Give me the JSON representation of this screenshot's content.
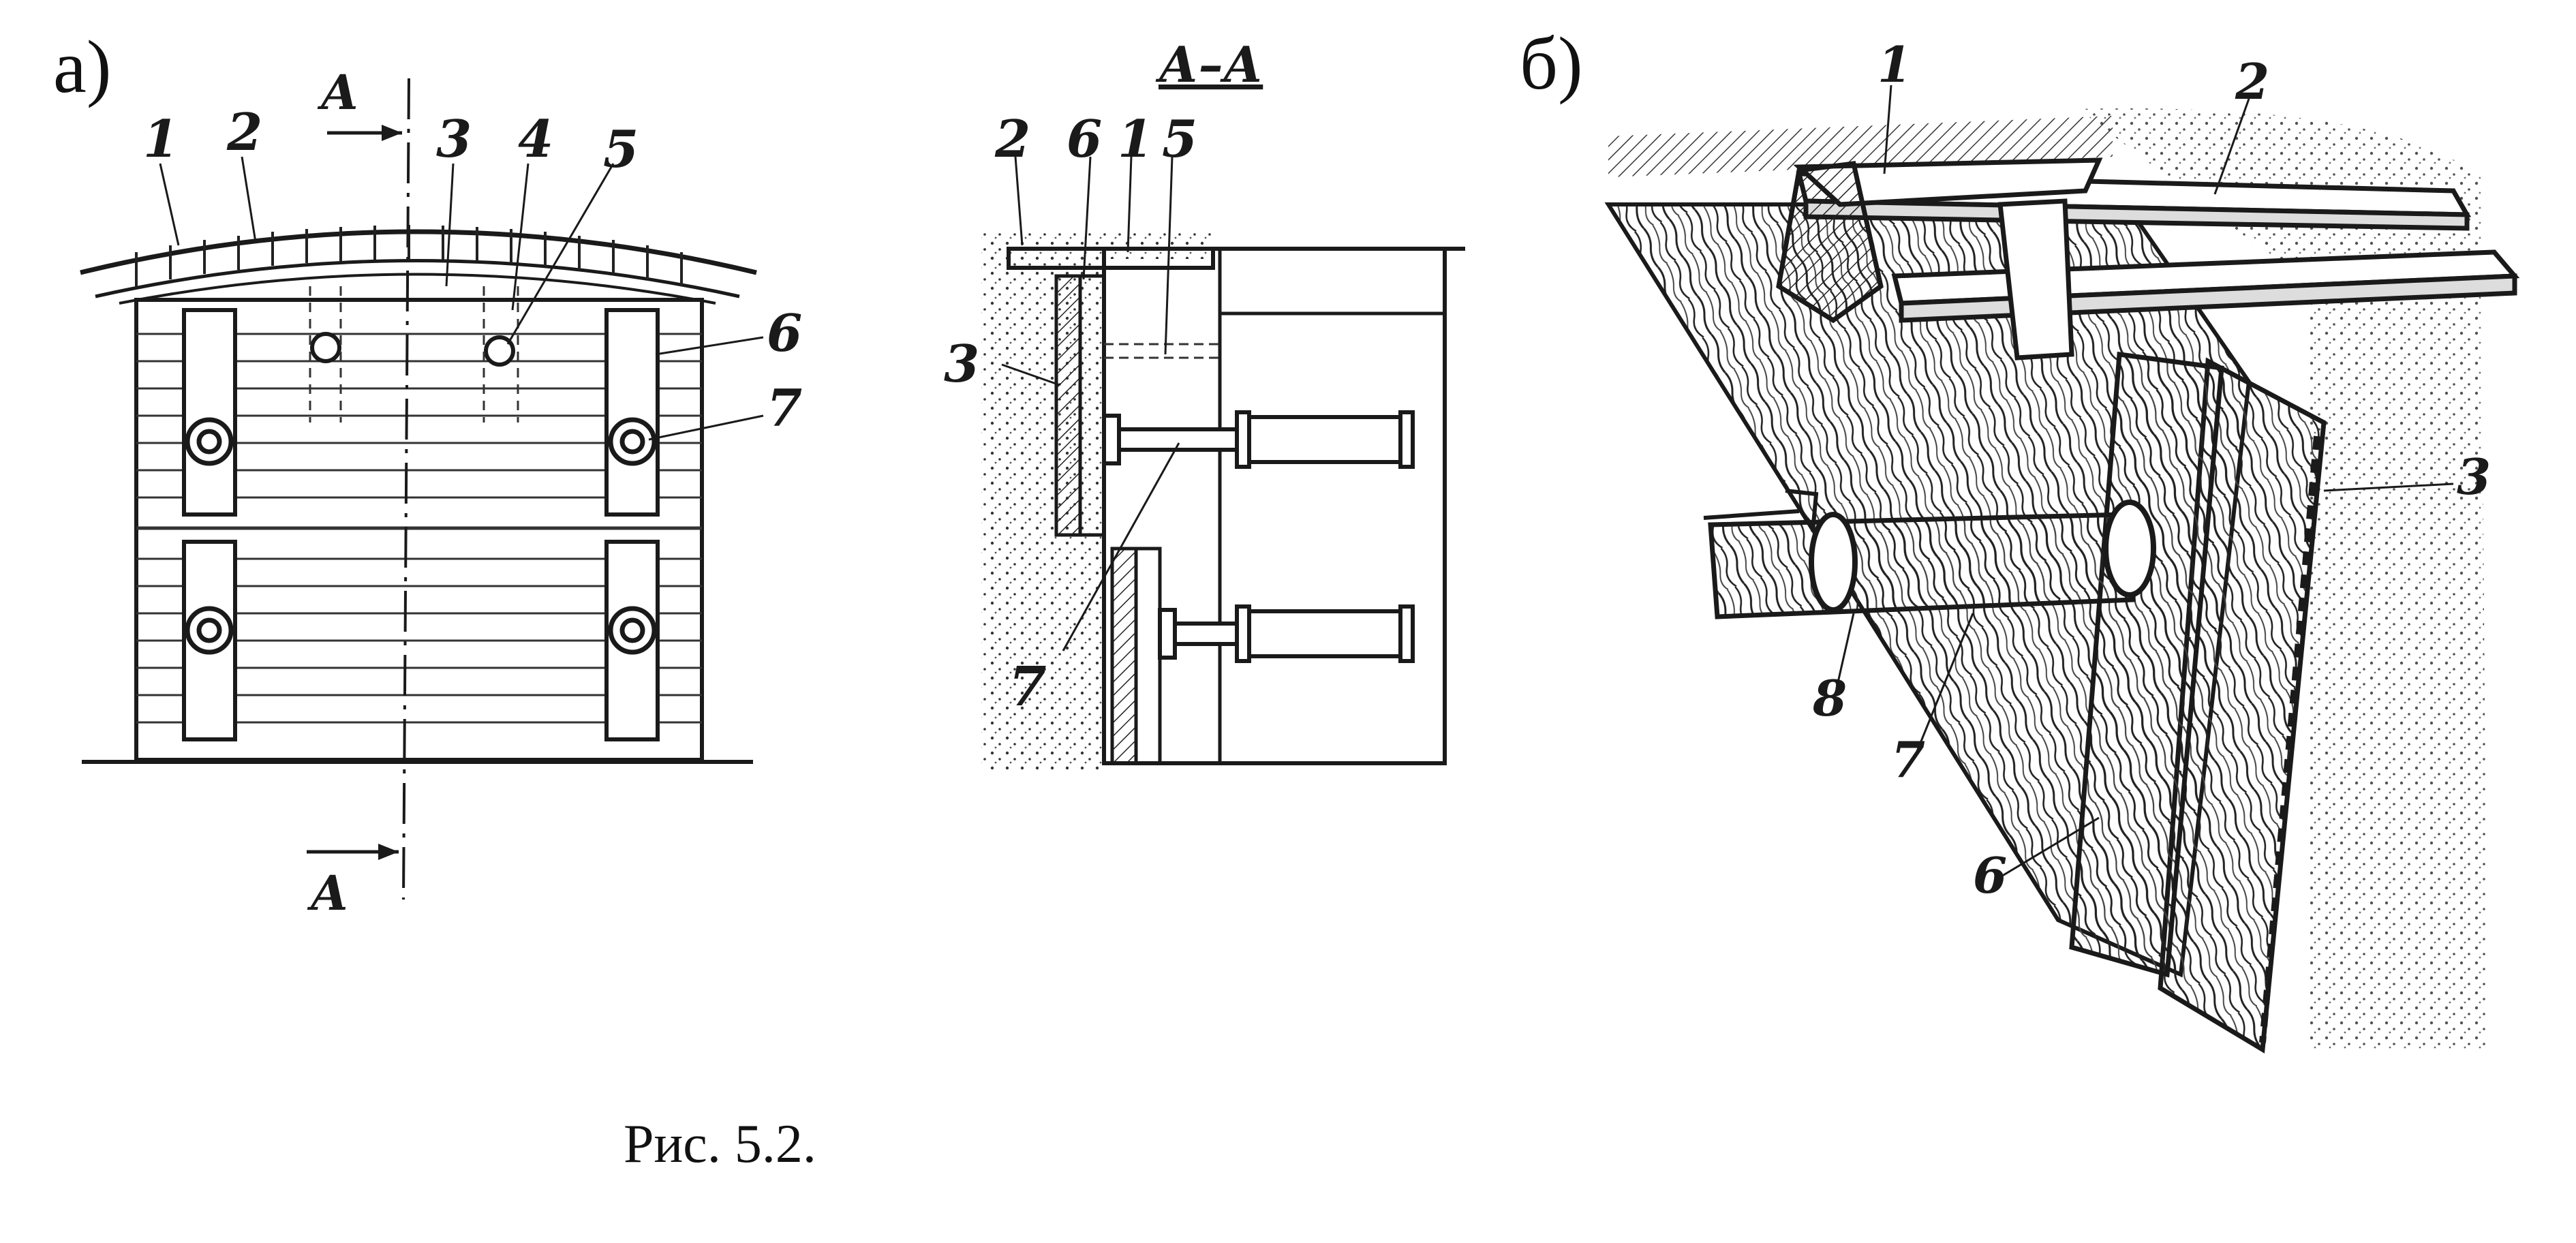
{
  "panels": {
    "a": "а)",
    "b": "б)"
  },
  "section_mark": "А",
  "section_title": "А–А",
  "caption": "Рис. 5.2.",
  "labels_a": {
    "l1": "1",
    "l2": "2",
    "l3": "3",
    "l4": "4",
    "l5": "5",
    "l6": "6",
    "l7": "7"
  },
  "labels_section": {
    "l2": "2",
    "l6": "6",
    "l1": "1",
    "l5": "5",
    "l3": "3",
    "l7": "7"
  },
  "labels_b": {
    "l1": "1",
    "l2": "2",
    "l3": "3",
    "l6": "6",
    "l7": "7",
    "l8": "8"
  }
}
